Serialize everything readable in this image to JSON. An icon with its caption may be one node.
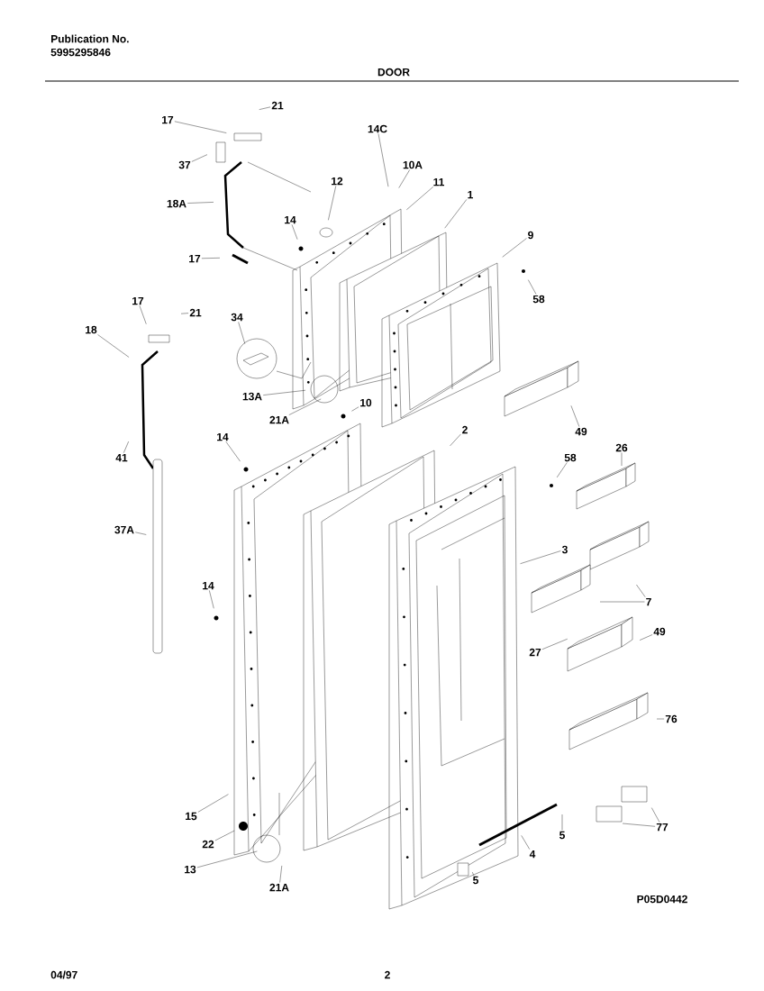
{
  "diagram": {
    "nodes": [
      {
        "text": [
          "21"
        ]
      },
      {
        "text": [
          "17"
        ]
      },
      {
        "text": [
          "37"
        ]
      },
      {
        "text": [
          "14C"
        ]
      },
      {
        "text": [
          "10A"
        ]
      },
      {
        "text": [
          "12"
        ]
      },
      {
        "text": [
          "11"
        ]
      },
      {
        "text": [
          "1"
        ]
      },
      {
        "text": [
          "18A"
        ]
      },
      {
        "text": [
          "14"
        ]
      },
      {
        "text": [
          "9"
        ]
      },
      {
        "text": [
          "17"
        ]
      },
      {
        "text": [
          "58"
        ]
      },
      {
        "text": [
          "17"
        ]
      },
      {
        "text": [
          "21"
        ]
      },
      {
        "text": [
          "18"
        ]
      },
      {
        "text": [
          "34"
        ]
      },
      {
        "text": [
          "13A"
        ]
      },
      {
        "text": [
          "21A"
        ]
      },
      {
        "text": [
          "10"
        ]
      },
      {
        "text": [
          "49"
        ]
      },
      {
        "text": [
          "14"
        ]
      },
      {
        "text": [
          "2"
        ]
      },
      {
        "text": [
          "41"
        ]
      },
      {
        "text": [
          "58"
        ]
      },
      {
        "text": [
          "26"
        ]
      },
      {
        "text": [
          "37A"
        ]
      },
      {
        "text": [
          "3"
        ]
      },
      {
        "text": [
          "14"
        ]
      },
      {
        "text": [
          "7"
        ]
      },
      {
        "text": [
          "27"
        ]
      },
      {
        "text": [
          "49"
        ]
      },
      {
        "text": [
          "76"
        ]
      },
      {
        "text": [
          "15"
        ]
      },
      {
        "text": [
          "22"
        ]
      },
      {
        "text": [
          "5"
        ]
      },
      {
        "text": [
          "77"
        ]
      },
      {
        "text": [
          "13"
        ]
      },
      {
        "text": [
          "21A"
        ]
      },
      {
        "text": [
          "4"
        ]
      },
      {
        "text": [
          "5"
        ]
      }
    ],
    "edges": [
      {
        "from": 0,
        "to": null,
        "arrow": "none"
      },
      {
        "from": 1,
        "to": null,
        "arrow": "none"
      },
      {
        "from": 2,
        "to": null,
        "arrow": "none"
      },
      {
        "from": 3,
        "to": null,
        "arrow": "none"
      },
      {
        "from": 4,
        "to": null,
        "arrow": "none"
      },
      {
        "from": 5,
        "to": null,
        "arrow": "none"
      },
      {
        "from": 6,
        "to": null,
        "arrow": "none"
      },
      {
        "from": 7,
        "to": null,
        "arrow": "none"
      },
      {
        "from": 8,
        "to": null,
        "arrow": "none"
      },
      {
        "from": 9,
        "to": null,
        "arrow": "none"
      },
      {
        "from": 10,
        "to": null,
        "arrow": "none"
      },
      {
        "from": 11,
        "to": null,
        "arrow": "none"
      },
      {
        "from": 12,
        "to": null,
        "arrow": "none"
      },
      {
        "from": 13,
        "to": null,
        "arrow": "none"
      },
      {
        "from": 14,
        "to": null,
        "arrow": "none"
      },
      {
        "from": 15,
        "to": null,
        "arrow": "none"
      },
      {
        "from": 16,
        "to": null,
        "arrow": "none"
      },
      {
        "from": 17,
        "to": null,
        "arrow": "none"
      },
      {
        "from": 18,
        "to": null,
        "arrow": "none"
      },
      {
        "from": 19,
        "to": null,
        "arrow": "none"
      },
      {
        "from": 20,
        "to": null,
        "arrow": "none"
      },
      {
        "from": 21,
        "to": null,
        "arrow": "none"
      },
      {
        "from": 22,
        "to": null,
        "arrow": "none"
      },
      {
        "from": 23,
        "to": null,
        "arrow": "none"
      },
      {
        "from": 24,
        "to": null,
        "arrow": "none"
      },
      {
        "from": 25,
        "to": null,
        "arrow": "none"
      },
      {
        "from": 26,
        "to": null,
        "arrow": "none"
      },
      {
        "from": 27,
        "to": null,
        "arrow": "none"
      },
      {
        "from": 28,
        "to": null,
        "arrow": "none"
      },
      {
        "from": 29,
        "to": null,
        "arrow": "none"
      },
      {
        "from": 29,
        "to": null,
        "arrow": "none"
      },
      {
        "from": 30,
        "to": null,
        "arrow": "none"
      },
      {
        "from": 31,
        "to": null,
        "arrow": "none"
      },
      {
        "from": 32,
        "to": null,
        "arrow": "none"
      },
      {
        "from": 33,
        "to": null,
        "arrow": "none"
      },
      {
        "from": 34,
        "to": null,
        "arrow": "none"
      },
      {
        "from": 35,
        "to": null,
        "arrow": "none"
      },
      {
        "from": 36,
        "to": null,
        "arrow": "none"
      },
      {
        "from": 36,
        "to": null,
        "arrow": "none"
      },
      {
        "from": 37,
        "to": null,
        "arrow": "none"
      },
      {
        "from": 38,
        "to": null,
        "arrow": "none"
      },
      {
        "from": 39,
        "to": null,
        "arrow": "none"
      },
      {
        "from": 40,
        "to": null,
        "arrow": "none"
      }
    ],
    "labels": [
      "Publication No.",
      "5995295846",
      "DOOR",
      "P05D0442",
      "04/97",
      "2"
    ]
  }
}
